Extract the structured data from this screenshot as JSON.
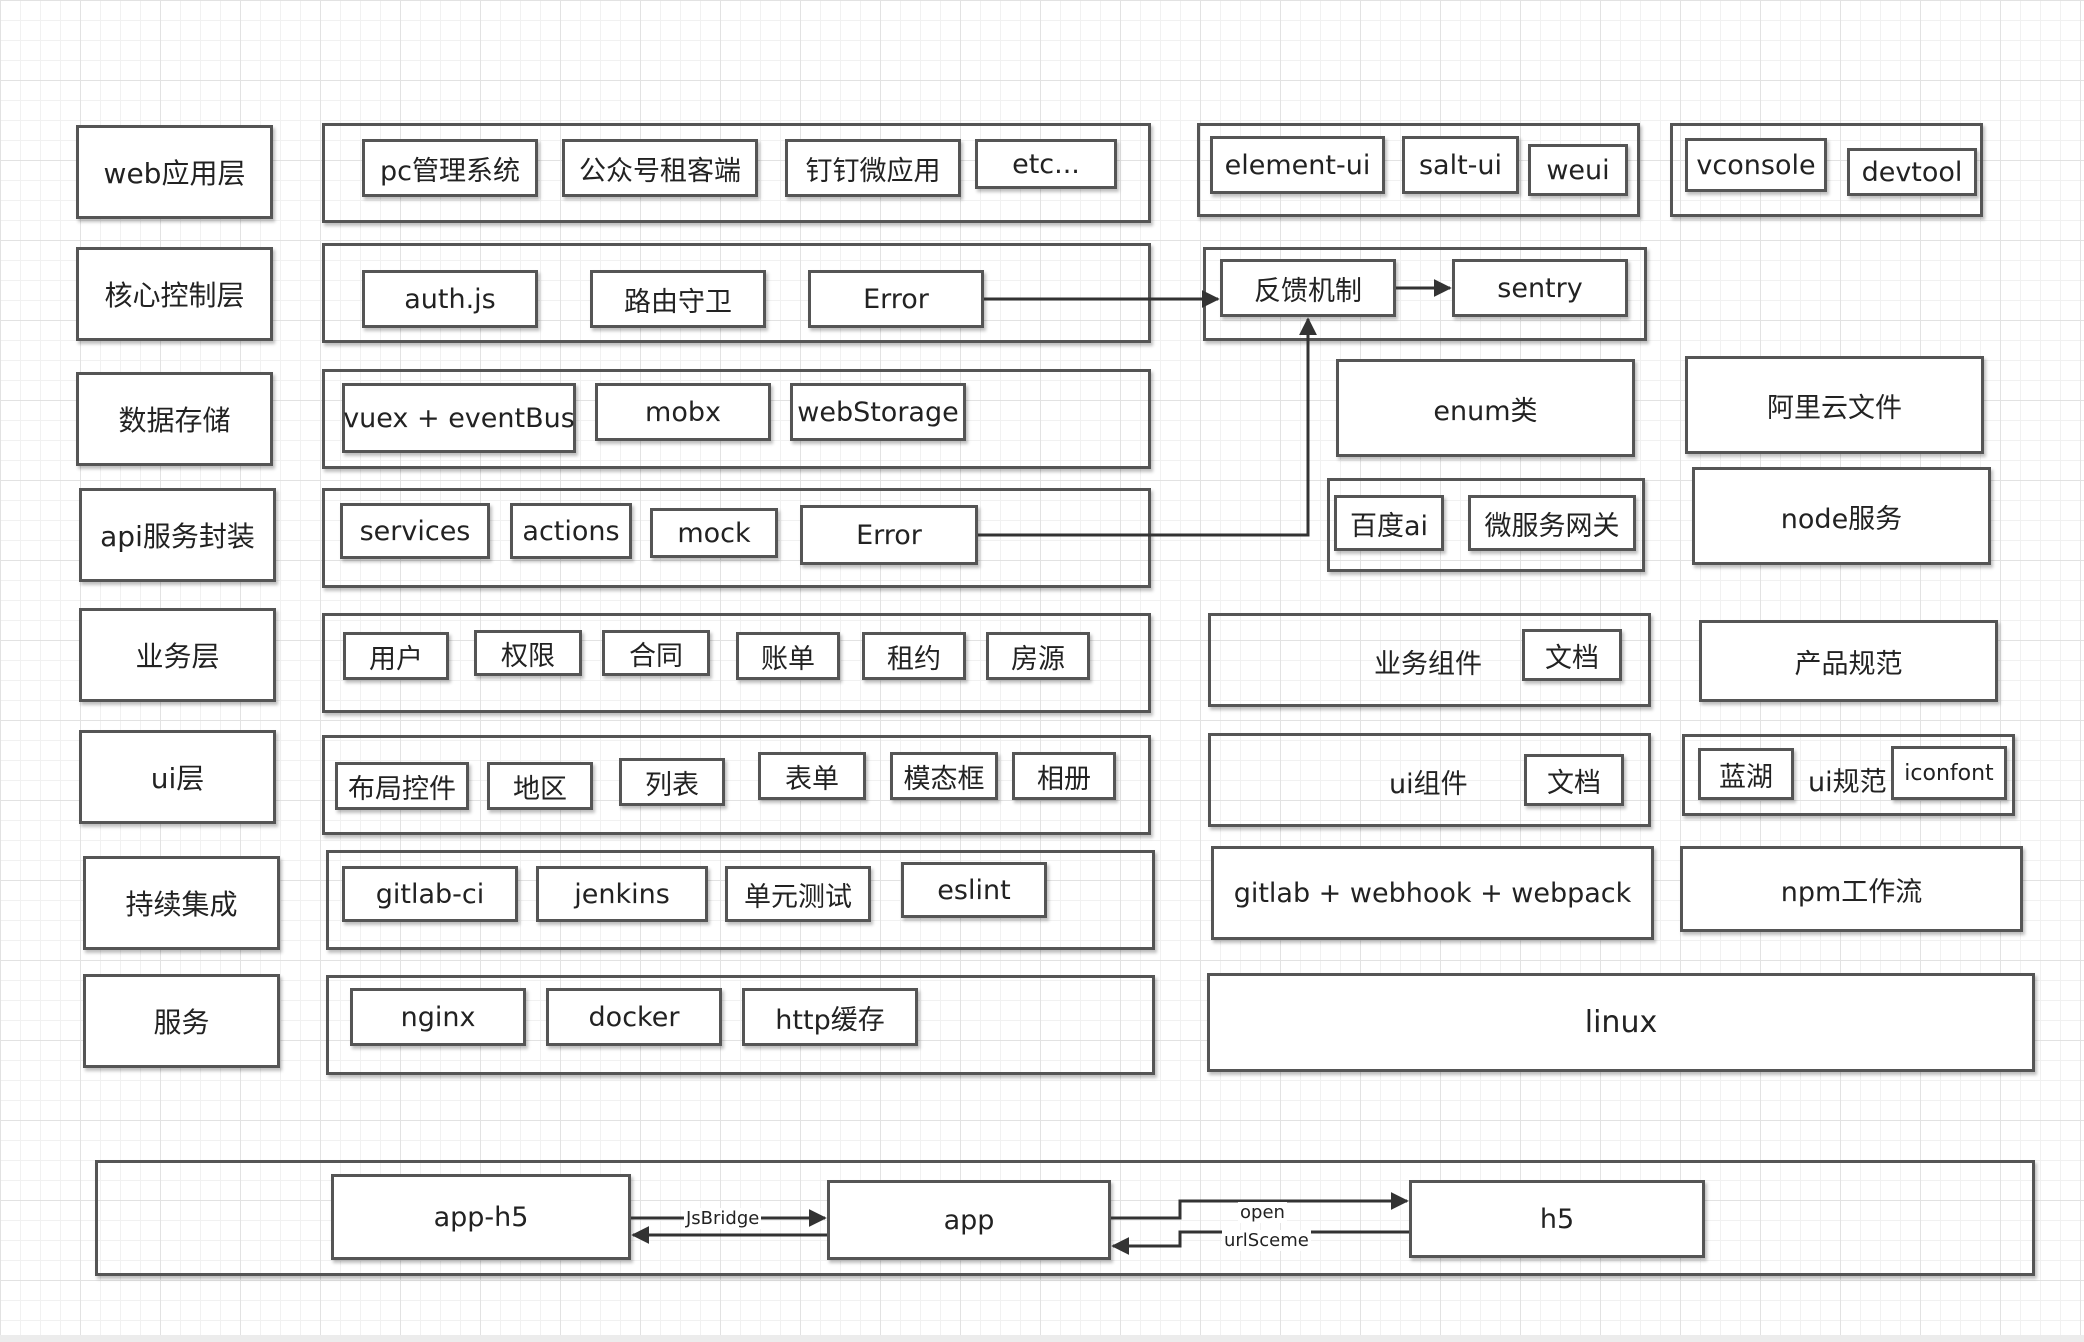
{
  "layers": [
    {
      "label": "web应用层",
      "items": [
        "pc管理系统",
        "公众号租客端",
        "钉钉微应用",
        "etc..."
      ]
    },
    {
      "label": "核心控制层",
      "items": [
        "auth.js",
        "路由守卫",
        "Error"
      ]
    },
    {
      "label": "数据存储",
      "items": [
        "vuex + eventBus",
        "mobx",
        "webStorage"
      ]
    },
    {
      "label": "api服务封装",
      "items": [
        "services",
        "actions",
        "mock",
        "Error"
      ]
    },
    {
      "label": "业务层",
      "items": [
        "用户",
        "权限",
        "合同",
        "账单",
        "租约",
        "房源"
      ]
    },
    {
      "label": "ui层",
      "items": [
        "布局控件",
        "地区",
        "列表",
        "表单",
        "模态框",
        "相册"
      ]
    },
    {
      "label": "持续集成",
      "items": [
        "gitlab-ci",
        "jenkins",
        "单元测试",
        "eslint"
      ]
    },
    {
      "label": "服务",
      "items": [
        "nginx",
        "docker",
        "http缓存"
      ]
    }
  ],
  "right": {
    "ui_libs": [
      "element-ui",
      "salt-ui",
      "weui"
    ],
    "debug_tools": [
      "vconsole",
      "devtool"
    ],
    "feedback": "反馈机制",
    "sentry": "sentry",
    "enum": "enum类",
    "aliyun": "阿里云文件",
    "baidu_ai": "百度ai",
    "gateway": "微服务网关",
    "node": "node服务",
    "biz_components": "业务组件",
    "biz_docs": "文档",
    "product_spec": "产品规范",
    "ui_components": "ui组件",
    "ui_docs": "文档",
    "lanhu": "蓝湖",
    "ui_spec": "ui规范",
    "iconfont": "iconfont",
    "ci_pipeline": "gitlab + webhook + webpack",
    "npm": "npm工作流",
    "linux": "linux"
  },
  "bottom": {
    "app_h5": "app-h5",
    "app": "app",
    "h5": "h5",
    "jsbridge": "JsBridge",
    "open": "open",
    "url_scheme": "urlSceme"
  }
}
